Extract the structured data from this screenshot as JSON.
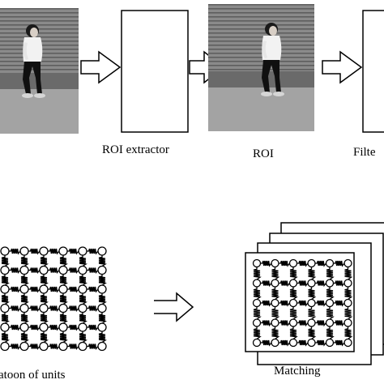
{
  "labels": {
    "roi_extractor": "ROI extractor",
    "roi": "ROI",
    "filter_partial": "Filte",
    "lattice_partial": "atoon of units",
    "matching": "Matching"
  },
  "colors": {
    "stroke": "#000000",
    "background": "#ffffff",
    "sky": "#7d7d7d",
    "ground": "#9a9a9a"
  },
  "images": [
    {
      "name": "input-frame",
      "depicts": "walking-person"
    },
    {
      "name": "roi-frame",
      "depicts": "walking-person"
    }
  ]
}
